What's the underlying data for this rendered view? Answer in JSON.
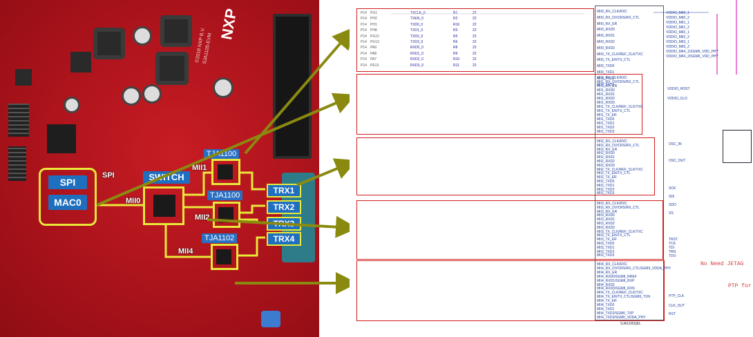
{
  "board": {
    "logo": "NXP",
    "silk_rotated": "©2018 NXP B.V.",
    "board_code": "SJA1105-EVM",
    "labels": {
      "spi": "SPI",
      "mac0": "MAC0",
      "switch": "SWITCH",
      "spi_silk": "SPI",
      "mii1": "MII1",
      "mii0": "MII0",
      "mii2": "MII2",
      "mii4": "MII4"
    },
    "phys": [
      "TJA1100",
      "TJA1100",
      "TJA1102"
    ],
    "trx": [
      "TRX1",
      "TRX2",
      "TRX3",
      "TRX4"
    ],
    "colors": {
      "pcb": "#b7141c",
      "highlight": "#e9e93a",
      "tag": "#1f6fbf",
      "arrow": "#8a8a10"
    }
  },
  "schematic": {
    "chip_ref": "SJA1105QEL",
    "mii0_signals": [
      {
        "port": "P14",
        "pin": "PG1",
        "net": "TXCLK_0",
        "r": "R1",
        "val": "22"
      },
      {
        "port": "P14",
        "pin": "PH2",
        "net": "TXEN_0",
        "r": "R2",
        "val": "22"
      },
      {
        "port": "P14",
        "pin": "PH1",
        "net": "TXD0_0",
        "r": "R16",
        "val": "22"
      },
      {
        "port": "P14",
        "pin": "PH8",
        "net": "TXD1_0",
        "r": "R3",
        "val": "22"
      },
      {
        "port": "P14",
        "pin": "PG12",
        "net": "TXD2_0",
        "r": "R5",
        "val": "22"
      },
      {
        "port": "P14",
        "pin": "PG13",
        "net": "TXD3_0",
        "r": "R6",
        "val": "22"
      },
      {
        "port": "P14",
        "pin": "PA9",
        "net": "RXD0_0",
        "r": "R8",
        "val": "22"
      },
      {
        "port": "P14",
        "pin": "PA8",
        "net": "RXD1_0",
        "r": "R9",
        "val": "22"
      },
      {
        "port": "P14",
        "pin": "PA7",
        "net": "RXD2_0",
        "r": "R10",
        "val": "22"
      },
      {
        "port": "P14",
        "pin": "PE13",
        "net": "RXD3_0",
        "r": "R11",
        "val": "22"
      }
    ],
    "mii0_pins": [
      "MII0_RX_CLK/RXC",
      "MII0_RX_DV/CRS/RX_CTL",
      "MII0_RX_ER",
      "MII0_RXD0",
      "MII0_RXD1",
      "MII0_RXD2",
      "MII0_RXD3",
      "MII0_TX_CLK/REF_CLK/TXC",
      "MII0_TX_EN/TX_CTL",
      "MII0_TXD0",
      "MII0_TXD1",
      "MII0_TXD2",
      "MII0_TXD3"
    ],
    "mii1_pins": [
      "MII1_RX_CLK/RXC",
      "MII1_RX_DV/CRS/RX_CTL",
      "MII1_RX_ER",
      "MII1_RXD0",
      "MII1_RXD1",
      "MII1_RXD2",
      "MII1_RXD3",
      "MII1_TX_CLK/REF_CLK/TXC",
      "MII1_TX_EN/TX_CTL",
      "MII1_TX_ER",
      "MII1_TXD0",
      "MII1_TXD1",
      "MII1_TXD2",
      "MII1_TXD3"
    ],
    "mii2_pins": [
      "MII2_RX_CLK/RXC",
      "MII2_RX_DV/CRS/RX_CTL",
      "MII2_RX_ER",
      "MII2_RXD0",
      "MII2_RXD1",
      "MII2_RXD2",
      "MII2_RXD3",
      "MII2_TX_CLK/REF_CLK/TXC",
      "MII2_TX_EN/TX_CTL",
      "MII2_TX_ER",
      "MII2_TXD0",
      "MII2_TXD1",
      "MII2_TXD2",
      "MII2_TXD3"
    ],
    "mii3_pins": [
      "MII3_RX_CLK/RXC",
      "MII3_RX_DV/CRS/RX_CTL",
      "MII3_RX_ER",
      "MII3_RXD0",
      "MII3_RXD1",
      "MII3_RXD2",
      "MII3_RXD3",
      "MII3_TX_CLK/REF_CLK/TXC",
      "MII3_TX_EN/TX_CTL",
      "MII3_TX_ER",
      "MII3_TXD0",
      "MII3_TXD1",
      "MII3_TXD2",
      "MII3_TXD3"
    ],
    "mii4_pins": [
      "MII4_RX_CLK/RXC",
      "MII4_RX_DV/CRS/RX_CTL/SGMII_VDDA_PHY",
      "MII4_RX_ER",
      "MII4_RXD0/SGMII_RREF",
      "MII4_RXD1/SGMII_RXP",
      "MII4_RXD2",
      "MII4_RXD3/SGMII_RXN",
      "MII4_TX_CLK/REF_CLK/TXC",
      "MII4_TX_EN/TX_CTL/SGMII_TXN",
      "MII4_TX_ER",
      "MII4_TXD0",
      "MII4_TXD1",
      "MII4_TXD2/SGMII_TXP",
      "MII4_TXD3/SGMII_VDDA_PHY"
    ],
    "right_nets": [
      "VDDIO_MII0_1",
      "VDDIO_MII0_2",
      "VDDIO_MII1_1",
      "VDDIO_MII1_2",
      "VDDIO_MII2_1",
      "VDDIO_MII2_2",
      "VDDIO_MII3_1",
      "VDDIO_MII3_2",
      "VDDIO_MII4_1/SGMII_VDD_PHY",
      "VDDIO_MII4_2/SGMII_VDD_PHY",
      "VDDIO_HOST",
      "VDDIO_CLO",
      "OSC_IN",
      "OSC_OUT",
      "SCK",
      "SDI",
      "SDO",
      "SS",
      "TRST",
      "TCK",
      "TDI",
      "TMS",
      "TDO",
      "PTP_CLK",
      "CLK_OUT",
      "RST"
    ],
    "notes": [
      "No Need JETAG",
      "PTP for"
    ]
  }
}
